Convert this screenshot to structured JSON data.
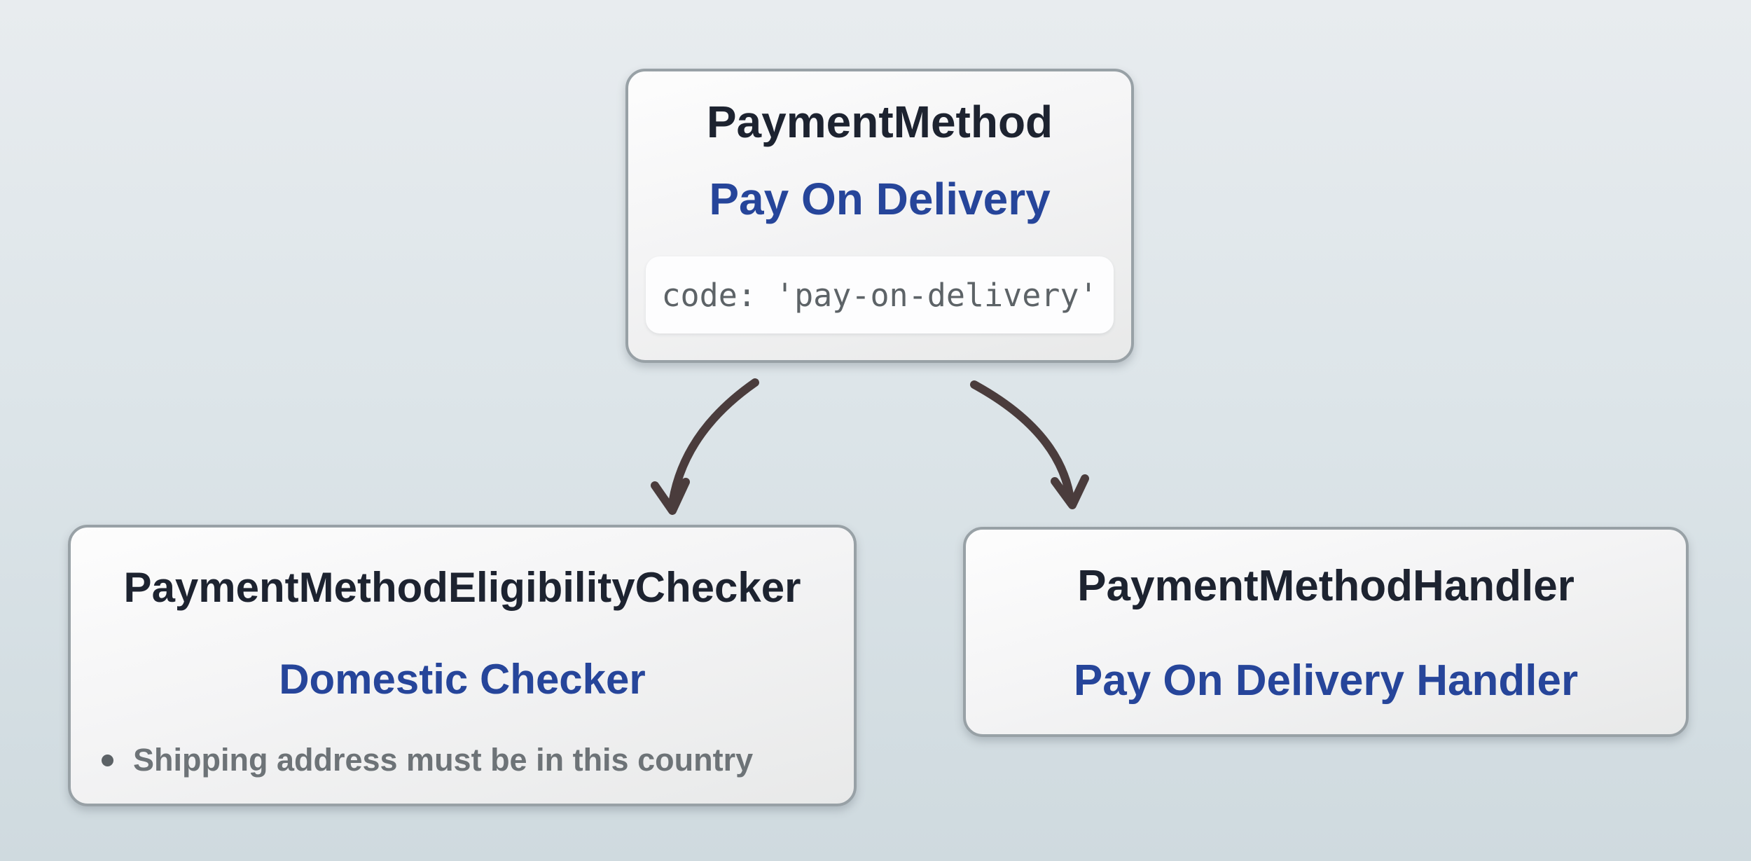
{
  "diagram": {
    "payment_method": {
      "class_name": "PaymentMethod",
      "instance_name": "Pay On Delivery",
      "code_line": "code: 'pay-on-delivery'"
    },
    "eligibility_checker": {
      "class_name": "PaymentMethodEligibilityChecker",
      "instance_name": "Domestic Checker",
      "rules": [
        "Shipping address must be in this country"
      ]
    },
    "handler": {
      "class_name": "PaymentMethodHandler",
      "instance_name": "Pay On Delivery Handler"
    },
    "connections": [
      {
        "from": "PaymentMethod",
        "to": "PaymentMethodEligibilityChecker"
      },
      {
        "from": "PaymentMethod",
        "to": "PaymentMethodHandler"
      }
    ]
  },
  "colors": {
    "background_top": "#e8ecef",
    "background_bottom": "#cfdadf",
    "card_border": "#98a1a6",
    "card_fill_top": "#fdfdfd",
    "card_fill_bottom": "#e8e9e9",
    "class_name_text": "#1d2330",
    "instance_name_text": "#26459a",
    "code_pill_fill": "#fdfdfe",
    "code_text": "#5d6367",
    "rule_text": "#6d7377",
    "arrow": "#4a3c3c"
  }
}
